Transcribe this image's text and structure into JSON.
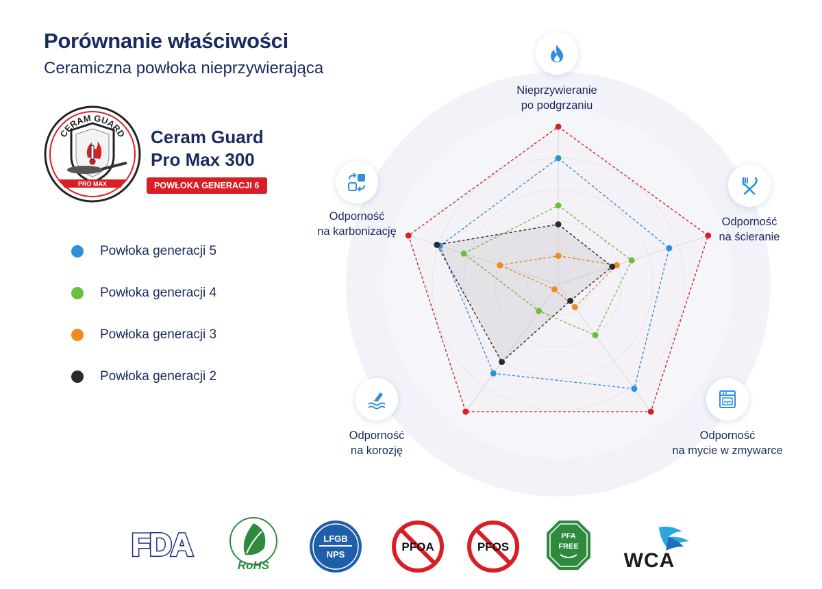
{
  "header": {
    "title": "Porównanie właściwości",
    "subtitle": "Ceramiczna powłoka nieprzywierająca"
  },
  "product": {
    "name_line1": "Ceram Guard",
    "name_line2": "Pro Max 300",
    "badge": "POWŁOKA GENERACJI 6",
    "logo_text_top": "CERAM GUARD",
    "logo_text_bottom": "PRO MAX"
  },
  "chart_data": {
    "type": "radar",
    "axes": [
      {
        "label": "Nieprzywieranie\npo podgrzaniu",
        "icon": "flame-icon"
      },
      {
        "label": "Odporność\nna ścieranie",
        "icon": "fork-knife-icon"
      },
      {
        "label": "Odporność\nna mycie w zmywarce",
        "icon": "dishwasher-icon"
      },
      {
        "label": "Odporność\nna korozję",
        "icon": "corrosion-icon"
      },
      {
        "label": "Odporność\nna karbonizację",
        "icon": "carbonization-icon"
      }
    ],
    "scale_max": 10,
    "grid": true,
    "legend_position": "left",
    "series": [
      {
        "name": "Powłoka generacji 6",
        "color": "#d91f26",
        "values": [
          10,
          10,
          10,
          10,
          10
        ]
      },
      {
        "name": "Powłoka generacji 5",
        "color": "#2f8fdb",
        "values": [
          8.0,
          7.4,
          8.2,
          7.0,
          7.9
        ]
      },
      {
        "name": "Powłoka generacji 4",
        "color": "#6cbf3a",
        "values": [
          5.0,
          4.9,
          4.0,
          2.1,
          6.3
        ]
      },
      {
        "name": "Powłoka generacji 3",
        "color": "#f28a1c",
        "values": [
          1.8,
          3.9,
          1.8,
          0.4,
          3.9
        ]
      },
      {
        "name": "Powłoka generacji 2",
        "color": "#2a2a2a",
        "values": [
          3.8,
          3.6,
          1.3,
          6.1,
          8.1
        ]
      }
    ]
  },
  "legend": [
    {
      "label": "Powłoka generacji 5",
      "color": "#2f8fdb"
    },
    {
      "label": "Powłoka generacji 4",
      "color": "#6cbf3a"
    },
    {
      "label": "Powłoka generacji 3",
      "color": "#f28a1c"
    },
    {
      "label": "Powłoka generacji 2",
      "color": "#2a2a2a"
    }
  ],
  "certifications": {
    "fda": "FDA",
    "rohs": "RoHS",
    "lfgb_top": "LFGB",
    "lfgb_bottom": "NPS",
    "pfoa": "PFOA",
    "pfos": "PFOS",
    "pfa_top": "PFA",
    "pfa_bottom": "FREE",
    "wca": "WCA"
  },
  "colors": {
    "navy": "#1b2a5e",
    "red": "#d91f26",
    "green": "#2e8b3e",
    "blue_badge": "#1f5ea8"
  }
}
